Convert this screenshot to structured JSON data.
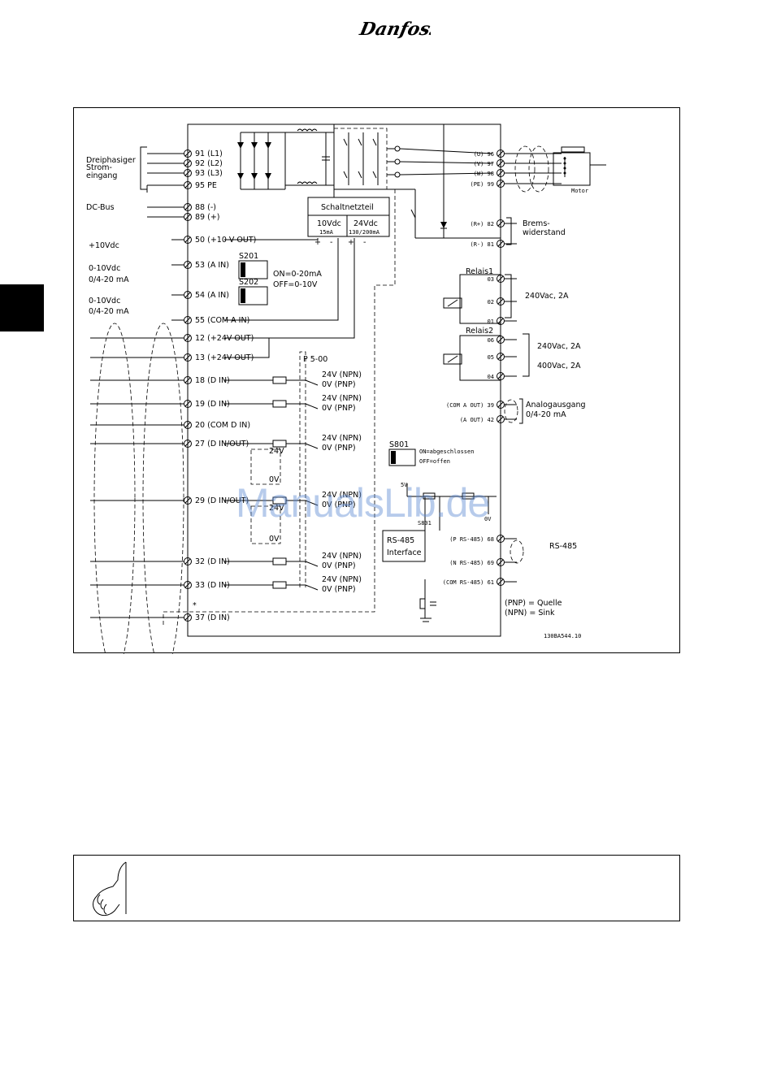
{
  "logo": {
    "text": "Danfoss"
  },
  "diagram": {
    "doc_code": "130BA544.10",
    "left_labels": [
      {
        "id": "mains",
        "lines": [
          "Dreiphasiger",
          "Strom-",
          "eingang"
        ]
      },
      {
        "id": "dcbus",
        "lines": [
          "DC-Bus"
        ]
      },
      {
        "id": "v10",
        "lines": [
          "+10Vdc"
        ]
      },
      {
        "id": "ain1",
        "lines": [
          "0-10Vdc",
          "0/4-20 mA"
        ]
      },
      {
        "id": "ain2",
        "lines": [
          "0-10Vdc",
          "0/4-20 mA"
        ]
      }
    ],
    "terminals_left": [
      {
        "num": "91",
        "label": "(L1)"
      },
      {
        "num": "92",
        "label": "(L2)"
      },
      {
        "num": "93",
        "label": "(L3)"
      },
      {
        "num": "95",
        "label": "PE"
      },
      {
        "num": "88",
        "label": "(-)"
      },
      {
        "num": "89",
        "label": "(+)"
      },
      {
        "num": "50",
        "label": "(+10 V OUT)"
      },
      {
        "num": "53",
        "label": "(A IN)"
      },
      {
        "num": "54",
        "label": "(A IN)"
      },
      {
        "num": "55",
        "label": "(COM A IN)"
      },
      {
        "num": "12",
        "label": "(+24V OUT)"
      },
      {
        "num": "13",
        "label": "(+24V OUT)"
      },
      {
        "num": "18",
        "label": "(D IN)"
      },
      {
        "num": "19",
        "label": "(D IN)"
      },
      {
        "num": "20",
        "label": "(COM D IN)"
      },
      {
        "num": "27",
        "label": "(D IN/OUT)"
      },
      {
        "num": "29",
        "label": "(D IN/OUT)"
      },
      {
        "num": "32",
        "label": "(D IN)"
      },
      {
        "num": "33",
        "label": "(D IN)"
      },
      {
        "num": "37",
        "label": "(D IN)"
      }
    ],
    "asterisk": "*",
    "switches": {
      "s201": "S201",
      "s202": "S202",
      "s201_on": "ON",
      "legend_on": "ON=0-20mA",
      "legend_off": "OFF=0-10V",
      "s801": "S801",
      "s801_on": "ON=abgeschlossen",
      "s801_off": "OFF=offen"
    },
    "power_supply": {
      "title": "Schaltnetzteil",
      "v10": "10Vdc",
      "v10_ma": "15mA",
      "v24": "24Vdc",
      "v24_ma": "130/200mA",
      "plus": "+",
      "minus": "-"
    },
    "param": "P 5-00",
    "npn": "24V (NPN)",
    "pnp": "0V (PNP)",
    "local_24v": "24V",
    "local_0v": "0V",
    "terminals_right": [
      {
        "num": "96",
        "label": "(U)"
      },
      {
        "num": "97",
        "label": "(V)"
      },
      {
        "num": "98",
        "label": "(W)"
      },
      {
        "num": "99",
        "label": "(PE)"
      },
      {
        "num": "82",
        "label": "(R+)"
      },
      {
        "num": "81",
        "label": "(R-)"
      },
      {
        "num": "03",
        "label": ""
      },
      {
        "num": "02",
        "label": ""
      },
      {
        "num": "01",
        "label": ""
      },
      {
        "num": "06",
        "label": ""
      },
      {
        "num": "05",
        "label": ""
      },
      {
        "num": "04",
        "label": ""
      },
      {
        "num": "39",
        "label": "(COM A OUT)"
      },
      {
        "num": "42",
        "label": "(A OUT)"
      },
      {
        "num": "68",
        "label": "(P RS-485)"
      },
      {
        "num": "69",
        "label": "(N RS-485)"
      },
      {
        "num": "61",
        "label": "(COM RS-485)"
      }
    ],
    "motor": "Motor",
    "brake": [
      "Brems-",
      "widerstand"
    ],
    "relay1": "Relais1",
    "relay2": "Relais2",
    "relay1_rating": "240Vac, 2A",
    "relay2_rating_a": "240Vac, 2A",
    "relay2_rating_b": "400Vac, 2A",
    "analog_out": [
      "Analogausgang",
      "0/4-20 mA"
    ],
    "rs485_label": "RS-485",
    "rs485_box": [
      "RS-485",
      "Interface"
    ],
    "v5": "5V",
    "v0": "0V",
    "legend": [
      "(PNP)  = Quelle",
      "(NPN)  = Sink"
    ]
  },
  "watermark": "ManualsLib.de",
  "note_icon": "hand-pointing-icon"
}
